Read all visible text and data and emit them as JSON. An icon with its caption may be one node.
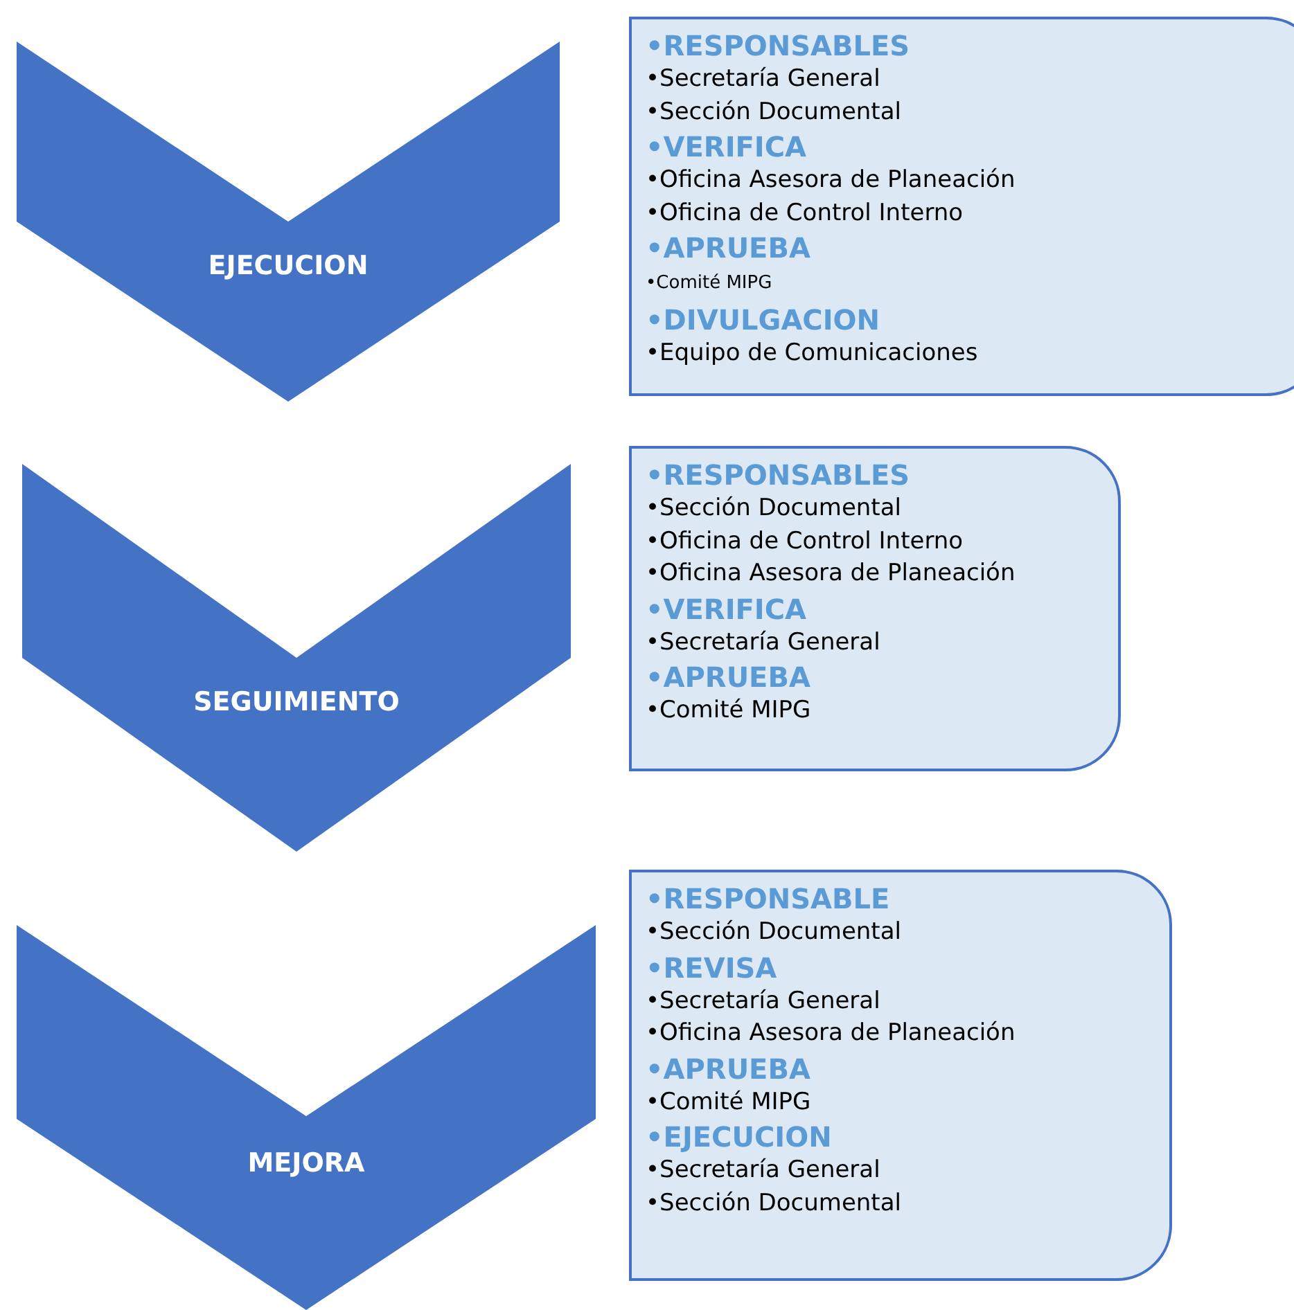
{
  "diagram": {
    "nodes": [
      {
        "text": [
          "EJECUCION"
        ]
      },
      {
        "text": [
          "•RESPONSABLES",
          "•Secretaría General",
          "•Sección Documental",
          "•VERIFICA",
          "•Oficina Asesora de Planeación",
          "•Oficina de Control Interno",
          "•APRUEBA",
          "•Comité MIPG",
          "•DIVULGACION",
          "•Equipo de Comunicaciones"
        ]
      },
      {
        "text": [
          "SEGUIMIENTO"
        ]
      },
      {
        "text": [
          "•RESPONSABLES",
          "•Sección Documental",
          "•Oficina de Control Interno",
          "•Oficina Asesora de Planeación",
          "•VERIFICA",
          "•Secretaría General",
          "•APRUEBA",
          "•Comité MIPG"
        ]
      },
      {
        "text": [
          "MEJORA"
        ]
      },
      {
        "text": [
          "•RESPONSABLE",
          "•Sección Documental",
          "•REVISA",
          "•Secretaría General",
          "•Oficina Asesora de Planeación",
          "•APRUEBA",
          "•Comité MIPG",
          "•EJECUCION",
          "•Secretaría General",
          "•Sección Documental"
        ]
      }
    ],
    "edges": []
  }
}
